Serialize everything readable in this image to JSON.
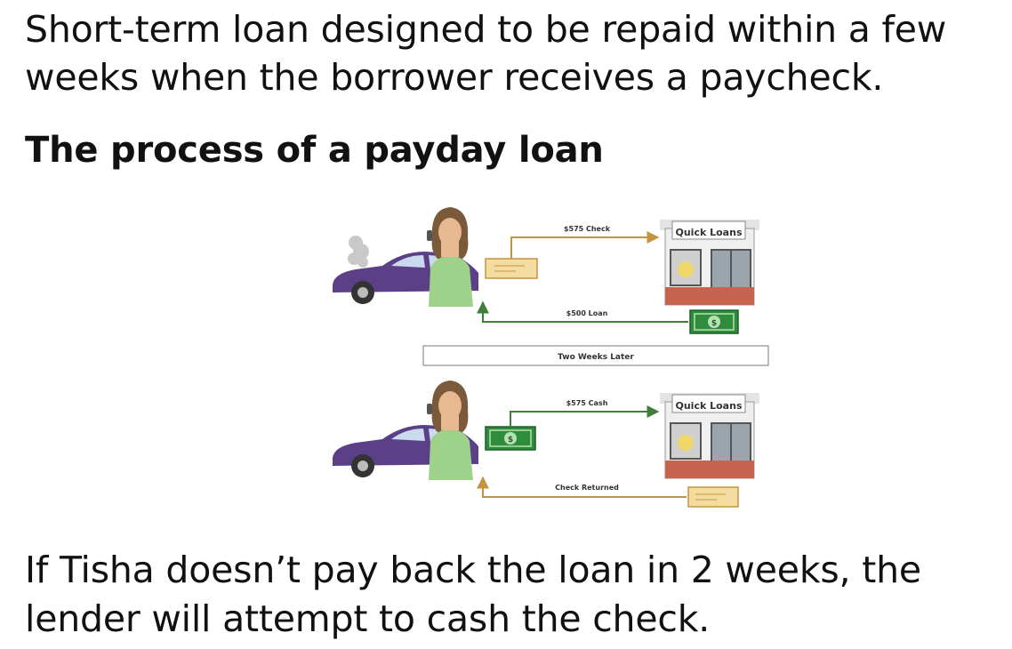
{
  "intro": "Short-term loan designed to be repaid within a few weeks when the borrower receives a paycheck.",
  "heading": "The process of a payday loan",
  "diagram": {
    "top": {
      "arrow_to_store_label": "$575 Check",
      "arrow_from_store_label": "$500 Loan",
      "store_sign": "Quick Loans"
    },
    "divider_label": "Two Weeks Later",
    "bottom": {
      "arrow_to_store_label": "$575 Cash",
      "arrow_from_store_label": "Check Returned",
      "store_sign": "Quick Loans"
    },
    "colors": {
      "car": "#5b3f87",
      "shirt": "#9ed28a",
      "hair": "#7a5a3a",
      "check": "#f3dca0",
      "money": "#2f8c3a",
      "arrow_gold": "#c69440",
      "arrow_green": "#3f7f3a",
      "store_brick": "#c6644f"
    }
  },
  "conclusion": "If Tisha doesn’t pay back the loan in 2 weeks, the lender will attempt to cash the check."
}
